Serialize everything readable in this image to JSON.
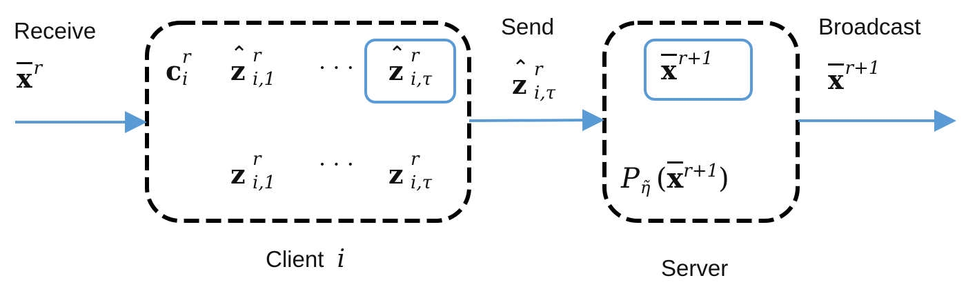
{
  "colors": {
    "arrow": "#5b9bd5",
    "highlight_box": "#5b9bd5",
    "dashed_border": "#000000",
    "text": "#111111"
  },
  "labels": {
    "receive": "Receive",
    "send": "Send",
    "broadcast": "Broadcast",
    "client": "Client",
    "client_index": "i",
    "server": "Server"
  },
  "receive_symbol": {
    "base": "x",
    "bar": true,
    "sup": "r"
  },
  "send_symbol": {
    "base": "z",
    "hat": true,
    "sup": "r",
    "sub": "i,τ"
  },
  "broadcast_symbol": {
    "base": "x",
    "bar": true,
    "sup": "r+1"
  },
  "client_box": {
    "row1": [
      {
        "base": "c",
        "sup": "r",
        "sub": "i"
      },
      {
        "base": "z",
        "hat": true,
        "sup": "r",
        "sub": "i,1"
      },
      {
        "ellipsis": "· · ·"
      },
      {
        "base": "z",
        "hat": true,
        "sup": "r",
        "sub": "i,τ",
        "highlighted": true
      }
    ],
    "row2": [
      {
        "base": "z",
        "sup": "r",
        "sub": "i,1"
      },
      {
        "ellipsis": "· · ·"
      },
      {
        "base": "z",
        "sup": "r",
        "sub": "i,τ"
      }
    ]
  },
  "server_box": {
    "highlighted_symbol": {
      "base": "x",
      "bar": true,
      "sup": "r+1"
    },
    "projection": {
      "op": "P",
      "op_sub": "η̃",
      "open": "(",
      "base": "x",
      "bar": true,
      "sup": "r+1",
      "close": ")"
    }
  }
}
